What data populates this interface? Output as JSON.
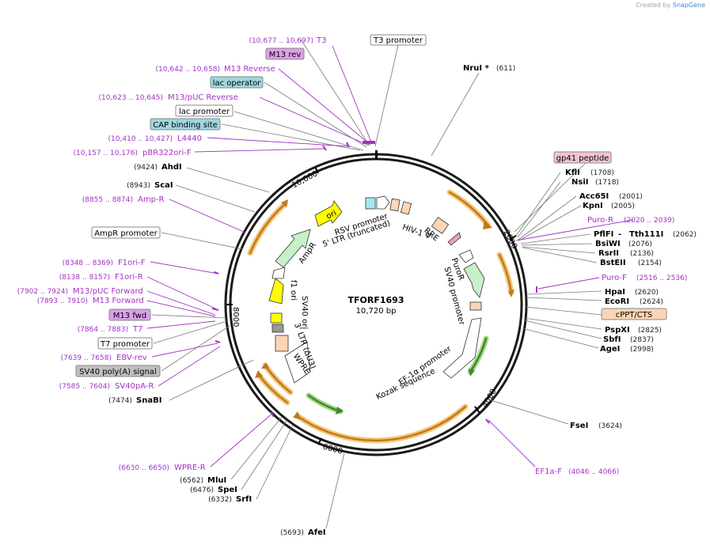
{
  "brand": {
    "prefix": "Created by",
    "name": "SnapGene"
  },
  "plasmid": {
    "name": "TFORF1693",
    "size": "10,720 bp"
  },
  "colors": {
    "primer": "#a332c4",
    "enzyme": "#000000",
    "arrow_orange": "#f0a33a",
    "arrow_green": "#4b9a3e",
    "backbone": "#1a1a1a"
  },
  "ticks": [
    "2000",
    "4000",
    "6000",
    "8000",
    "10,000"
  ],
  "features_top": {
    "t3_promoter": "T3 promoter",
    "nrui": {
      "name": "NruI *",
      "pos": "(611)"
    },
    "gp41": "gp41 peptide"
  },
  "left_primers": [
    {
      "name": "T3",
      "range": "(10,677 .. 10,697)"
    },
    {
      "name": "M13 Reverse",
      "range": "(10,642 .. 10,658)"
    },
    {
      "name": "M13/pUC Reverse",
      "range": "(10,623 .. 10,645)"
    },
    {
      "name": "L4440",
      "range": "(10,410 .. 10,427)"
    },
    {
      "name": "pBR322ori-F",
      "range": "(10,157 .. 10,176)"
    },
    {
      "name": "Amp-R",
      "range": "(8855 .. 8874)"
    },
    {
      "name": "F1ori-F",
      "range": "(8348 .. 8369)"
    },
    {
      "name": "F1ori-R",
      "range": "(8138 .. 8157)"
    },
    {
      "name": "M13/pUC Forward",
      "range": "(7902 .. 7924)"
    },
    {
      "name": "M13 Forward",
      "range": "(7893 .. 7910)"
    },
    {
      "name": "T7",
      "range": "(7864 .. 7883)"
    },
    {
      "name": "EBV-rev",
      "range": "(7639 .. 7658)"
    },
    {
      "name": "SV40pA-R",
      "range": "(7585 .. 7604)"
    },
    {
      "name": "WPRE-R",
      "range": "(6630 .. 6650)"
    }
  ],
  "left_boxes": {
    "m13rev": "M13 rev",
    "lacop": "lac operator",
    "lacprom": "lac promoter",
    "cap": "CAP binding site",
    "ampr_prom": "AmpR promoter",
    "m13fwd": "M13 fwd",
    "t7prom": "T7 promoter",
    "sv40pa": "SV40 poly(A) signal"
  },
  "left_enzymes": [
    {
      "name": "AhdI",
      "pos": "(9424)"
    },
    {
      "name": "ScaI",
      "pos": "(8943)"
    },
    {
      "name": "SnaBI",
      "pos": "(7474)"
    },
    {
      "name": "MluI",
      "pos": "(6562)"
    },
    {
      "name": "SpeI",
      "pos": "(6476)"
    },
    {
      "name": "SrfI",
      "pos": "(6332)"
    },
    {
      "name": "AfeI",
      "pos": "(5693)"
    }
  ],
  "right_enzymes": [
    {
      "name": "KflI",
      "pos": "(1708)"
    },
    {
      "name": "NsiI",
      "pos": "(1718)"
    },
    {
      "name": "Acc65I",
      "pos": "(2001)"
    },
    {
      "name": "KpnI",
      "pos": "(2005)"
    },
    {
      "name": "BsiWI",
      "pos": "(2076)"
    },
    {
      "name": "RsrII",
      "pos": "(2136)"
    },
    {
      "name": "BstEII",
      "pos": "(2154)"
    },
    {
      "name": "HpaI",
      "pos": "(2620)"
    },
    {
      "name": "EcoRI",
      "pos": "(2624)"
    },
    {
      "name": "PspXI",
      "pos": "(2825)"
    },
    {
      "name": "SbfI",
      "pos": "(2837)"
    },
    {
      "name": "AgeI",
      "pos": "(2998)"
    },
    {
      "name": "FseI",
      "pos": "(3624)"
    }
  ],
  "pflfi": {
    "name1": "PflFI",
    "sep": " - ",
    "name2": "Tth111I",
    "pos": "(2062)"
  },
  "right_primers": [
    {
      "name": "Puro-R",
      "range": "(2020 .. 2039)"
    },
    {
      "name": "Puro-F",
      "range": "(2516 .. 2536)"
    },
    {
      "name": "EF1a-F",
      "range": "(4046 .. 4066)"
    }
  ],
  "cppt": "cPPT/CTS",
  "inner_labels": {
    "ori": "ori",
    "rsv": "RSV promoter",
    "ltr5": "5' LTR (truncated)",
    "hiv": "HIV-1 Ψ",
    "rre": "RRE",
    "ampr": "AmpR",
    "f1ori": "f1 ori",
    "sv40ori": "SV40 ori",
    "ltr3": "3' LTR (ΔU3)",
    "wpre": "WPRE",
    "puror": "PuroR",
    "sv40prom": "SV40 promoter",
    "ef1a": "EF-1α promoter",
    "kozak": "Kozak sequence"
  }
}
